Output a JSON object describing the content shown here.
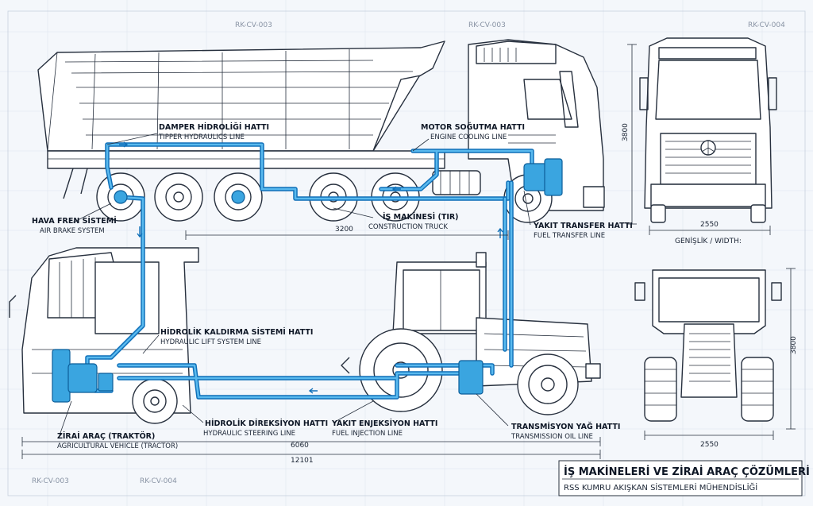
{
  "drawing_codes": {
    "top_left": "RK-CV-003",
    "top_mid": "RK-CV-003",
    "top_right": "RK-CV-004",
    "bottom_left": "RK-CV-003",
    "bottom_mid": "RK-CV-004"
  },
  "labels": {
    "tipper_hydraulics": {
      "title": "DAMPER HİDROLİĞİ HATTI",
      "subtitle": "TIPPER HYDRAULICS LINE"
    },
    "engine_cooling": {
      "title": "MOTOR SOĞUTMA HATTI",
      "subtitle": "ENGINE COOLING LINE"
    },
    "air_brake": {
      "title": "HAVA FREN SİSTEMİ",
      "subtitle": "AIR BRAKE SYSTEM"
    },
    "construction_truck": {
      "title": "İŞ MAKİNESİ (TIR)",
      "subtitle": "CONSTRUCTION TRUCK"
    },
    "fuel_transfer": {
      "title": "YAKIT TRANSFER HATTI",
      "subtitle": "FUEL TRANSFER LINE"
    },
    "hydraulic_lift": {
      "title": "HİDROLİK KALDIRMA SİSTEMİ HATTI",
      "subtitle": "HYDRAULIC LIFT SYSTEM LINE"
    },
    "hydraulic_steering": {
      "title": "HİDROLİK DİREKSİYON HATTI",
      "subtitle": "HYDRAULIC STEERING LINE"
    },
    "fuel_injection": {
      "title": "YAKIT ENJEKSİYON HATTI",
      "subtitle": "FUEL INJECTION LINE"
    },
    "transmission_oil": {
      "title": "TRANSMİSYON YAĞ HATTI",
      "subtitle": "TRANSMISSION OIL LINE"
    },
    "agricultural_vehicle": {
      "title": "ZİRAİ ARAÇ (TRAKTÖR)",
      "subtitle": "AGRICULTURAL VEHICLE (TRACTOR)"
    }
  },
  "dimensions": {
    "truck_wheelbase": "3200",
    "truck_height": "3800",
    "truck_width": "2550",
    "width_caption": "GENİŞLİK / WIDTH:",
    "tractor_height": "3800",
    "tractor_width": "2550",
    "lower_span": "6060",
    "overall_length": "12101"
  },
  "title_block": {
    "title": "İŞ MAKİNELERİ VE ZİRAİ ARAÇ ÇÖZÜMLERİ",
    "subtitle": "RSS KUMRU AKIŞKAN SİSTEMLERİ MÜHENDİSLİĞİ"
  },
  "colors": {
    "line_ink": "#27303e",
    "pipe_dark": "#0f6fb8",
    "pipe_light": "#59b9ee",
    "paper": "#f4f7fb"
  }
}
